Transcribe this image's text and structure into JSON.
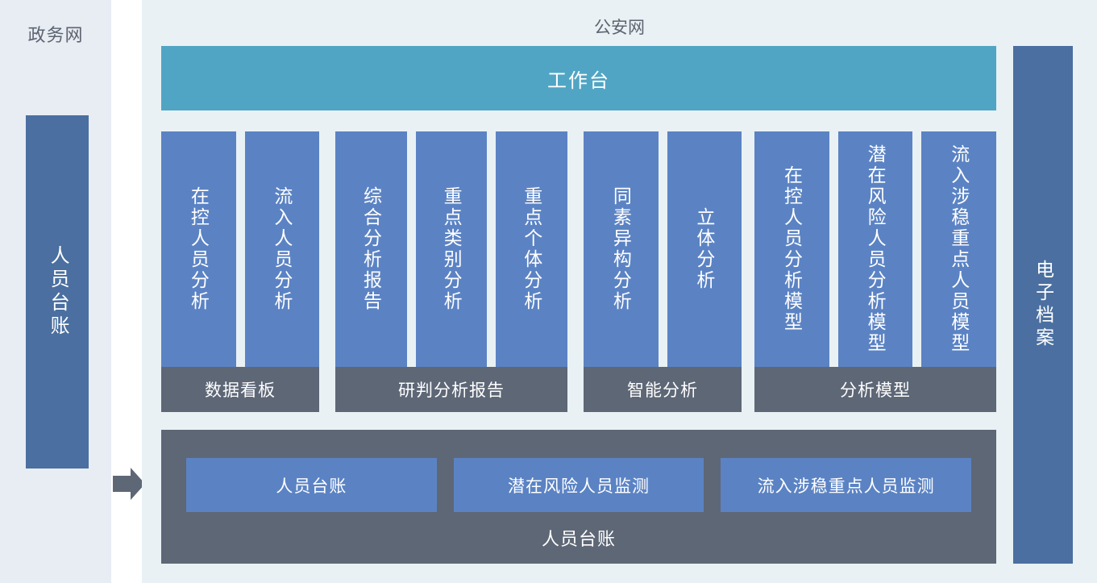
{
  "gov_net": {
    "title": "政务网",
    "ledger_box": "人员台账",
    "arrow_icon": "arrow-right-icon"
  },
  "police_net": {
    "title": "公安网",
    "workbench": "工作台",
    "groups": [
      {
        "footer": "数据看板",
        "columns": [
          "在控人员分析",
          "流入人员分析"
        ]
      },
      {
        "footer": "研判分析报告",
        "columns": [
          "综合分析报告",
          "重点类别分析",
          "重点个体分析"
        ]
      },
      {
        "footer": "智能分析",
        "columns": [
          "同素异构分析",
          "立体分析"
        ]
      },
      {
        "footer": "分析模型",
        "columns": [
          "在控人员分析模型",
          "潜在风险人员分析模型",
          "流入涉稳重点人员模型"
        ]
      }
    ],
    "ledger": {
      "label": "人员台账",
      "cards": [
        "人员台账",
        "潜在风险人员监测",
        "流入涉稳重点人员监测"
      ]
    }
  },
  "archive": {
    "label": "电子档案"
  },
  "colors": {
    "gov_bg": "#e8ecf3",
    "police_bg": "#e9f1f4",
    "dark_blue": "#4a6fa0",
    "teal": "#51a5c4",
    "blue": "#5b83c4",
    "gray": "#5e6776",
    "title_text": "#5d6470",
    "white": "#ffffff"
  }
}
